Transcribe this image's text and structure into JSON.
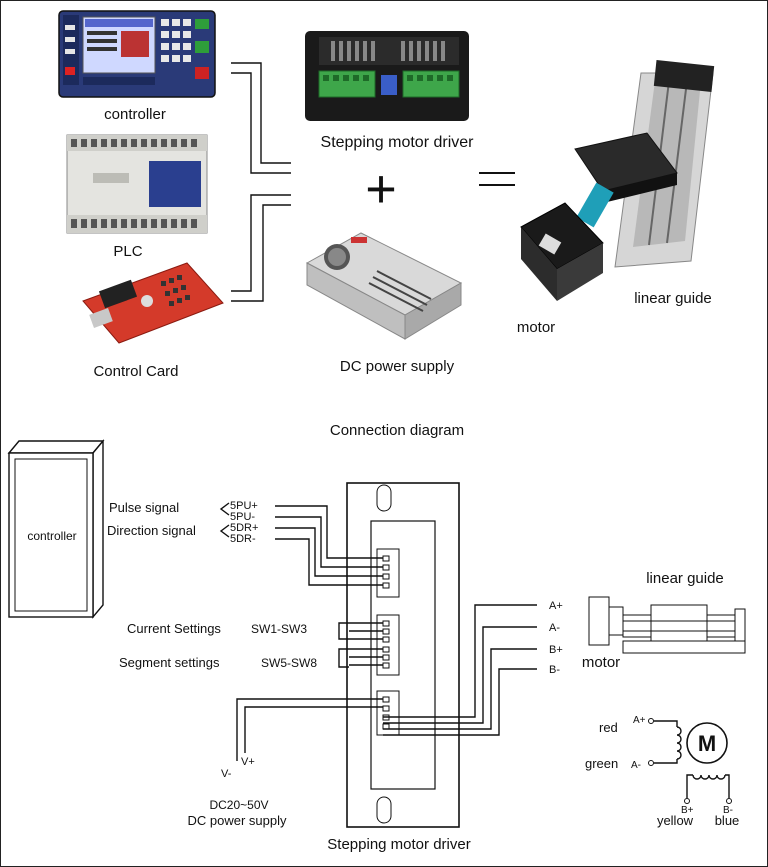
{
  "top": {
    "controller_label": "controller",
    "plc_label": "PLC",
    "control_card_label": "Control Card",
    "driver_label": "Stepping motor driver",
    "power_supply_label": "DC power supply",
    "motor_label": "motor",
    "linear_guide_label": "linear guide",
    "plus_symbol": "+",
    "equals_symbol": "="
  },
  "diagram": {
    "title": "Connection diagram",
    "controller_box": "controller",
    "pulse_signal": "Pulse signal",
    "direction_signal": "Direction signal",
    "pins": [
      "5PU+",
      "5PU-",
      "5DR+",
      "5DR-"
    ],
    "current_settings": "Current Settings",
    "sw1_sw3": "SW1-SW3",
    "segment_settings": "Segment settings",
    "sw5_sw8": "SW5-SW8",
    "phases": [
      "A+",
      "A-",
      "B+",
      "B-"
    ],
    "linear_guide": "linear guide",
    "motor": "motor",
    "v_minus": "V-",
    "v_plus": "V+",
    "dc_range": "DC20~50V",
    "dc_power_supply": "DC power supply",
    "driver_label": "Stepping motor driver"
  },
  "wiring": {
    "red": "red",
    "green": "green",
    "yellow": "yellow",
    "blue": "blue",
    "a_plus": "A+",
    "a_minus": "A-",
    "b_plus": "B+",
    "b_minus": "B-",
    "motor_symbol": "M"
  }
}
